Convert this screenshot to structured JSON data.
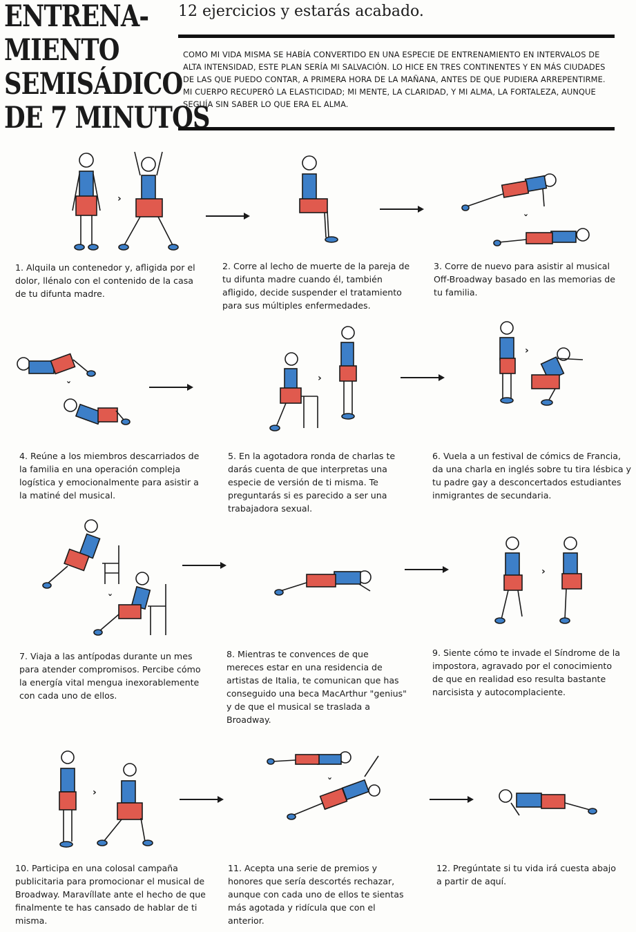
{
  "title_lines": [
    "ENTRENA-",
    "MIENTO",
    "SEMISÁDICO",
    "DE 7 MINUTOS"
  ],
  "subtitle": "12 ejercicios y estarás acabado.",
  "intro": "Como mi vida misma se había convertido en una especie de entrenamiento en intervalos de alta intensidad, este plan sería mi salvación. Lo hice en tres continentes y en más ciudades de las que puedo contar, a primera hora de la mañana, antes de que pudiera arrepentirme. Mi cuerpo recuperó la elasticidad; mi mente, la claridad, y mi alma, la fortaleza, aunque seguía sin saber lo que era el alma.",
  "colors": {
    "shirt": "#3d7fc8",
    "shorts": "#e05a4e",
    "shoes": "#3d7fc8",
    "ink": "#1a1a1a"
  },
  "exercises": [
    {
      "num": "1.",
      "text": "Alquila un contenedor y, afligida por el dolor, llénalo con el contenido de la casa de tu difunta madre."
    },
    {
      "num": "2.",
      "text": "Corre al lecho de muerte de la pareja de tu difunta madre cuando él, también afligido, decide suspender el tratamiento para sus múltiples enfermedades."
    },
    {
      "num": "3.",
      "text": "Corre de nuevo para asistir al musical Off-Broadway basado en las memorias de tu familia."
    },
    {
      "num": "4.",
      "text": "Reúne a los miembros descarriados de la familia en una operación compleja logística y emocionalmente para asistir a la matiné del musical."
    },
    {
      "num": "5.",
      "text": "En la agotadora ronda de charlas te darás cuenta de que interpretas una especie de versión de ti misma. Te preguntarás si es parecido a ser una trabajadora sexual."
    },
    {
      "num": "6.",
      "text": "Vuela a un festival de cómics de Francia, da una charla en inglés sobre tu tira lésbica y tu padre gay a desconcertados estudiantes inmigrantes de secundaria."
    },
    {
      "num": "7.",
      "text": "Viaja a las antípodas durante un mes para atender compromisos. Percibe cómo la energía vital mengua inexorablemente con cada uno de ellos."
    },
    {
      "num": "8.",
      "text": "Mientras te convences de que mereces estar en una residencia de artistas de Italia, te comunican que has conseguido una beca MacArthur \"genius\" y de que el musical se traslada a Broadway."
    },
    {
      "num": "9.",
      "text": "Siente cómo te invade el Síndrome de la impostora, agravado por el conocimiento de que en realidad eso resulta bastante narcisista y autocomplaciente."
    },
    {
      "num": "10.",
      "text": "Participa en una colosal campaña publicitaria para promocionar el musical de Broadway. Maravíllate ante el hecho de que finalmente te has cansado de hablar de ti misma."
    },
    {
      "num": "11.",
      "text": "Acepta una serie de premios y honores que sería descortés rechazar, aunque con cada uno de ellos te sientas más agotada y ridícula que con el anterior."
    },
    {
      "num": "12.",
      "text": "Pregúntate si tu vida irá cuesta abajo a partir de aquí."
    }
  ]
}
